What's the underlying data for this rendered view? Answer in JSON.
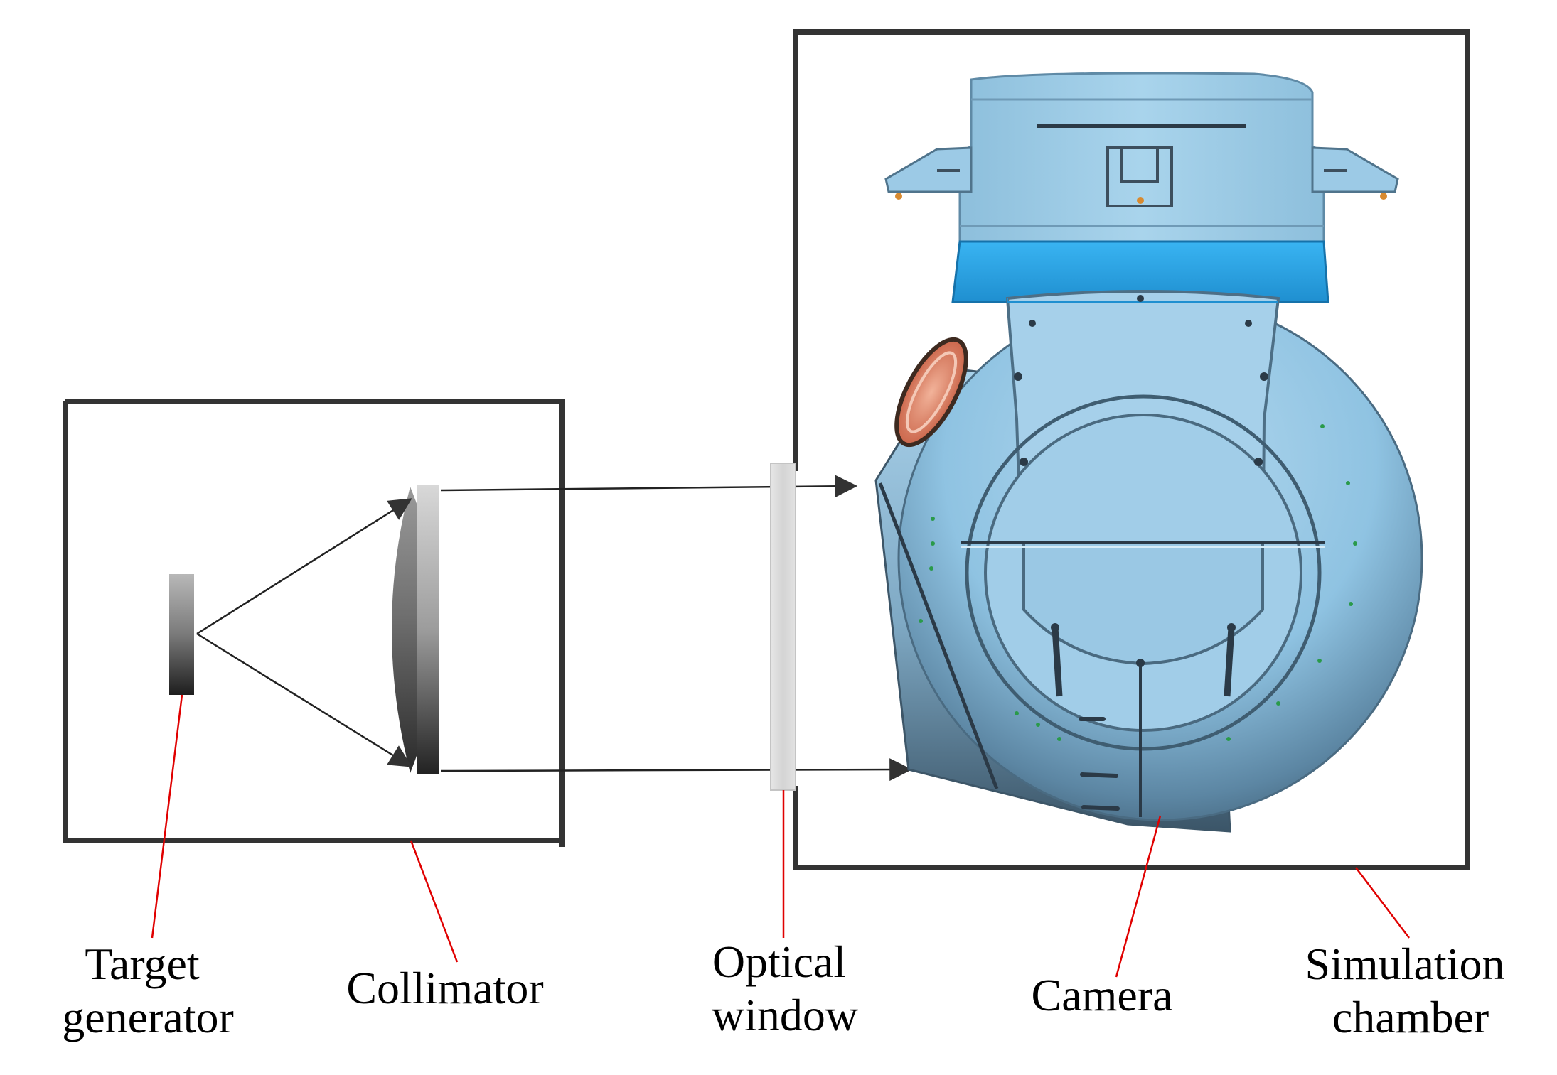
{
  "labels": {
    "target_generator": [
      "Target",
      "generator"
    ],
    "collimator": [
      "Collimator"
    ],
    "optical_window": [
      "Optical",
      "window"
    ],
    "camera": [
      "Camera"
    ],
    "simulation_chamber": [
      "Simulation",
      "chamber"
    ]
  },
  "colors": {
    "frame": "#333333",
    "ray": "#222222",
    "leader": "#e00000",
    "camera_body": "#8fc3e2",
    "camera_band": "#2aa6ea",
    "lens_glass": "#e88a6a"
  }
}
